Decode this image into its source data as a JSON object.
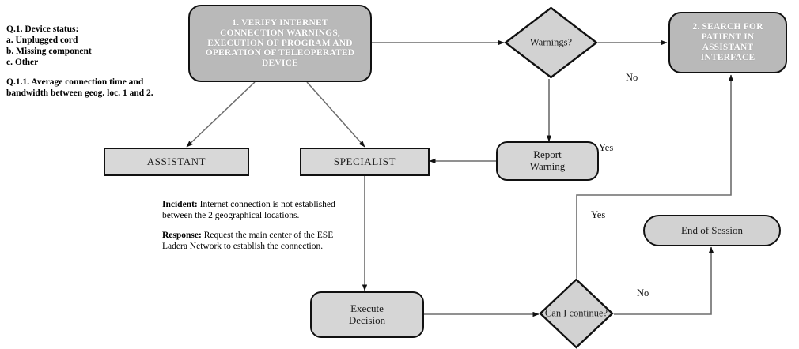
{
  "diagram": {
    "title": "Teleoperated device internet connection verification flowchart",
    "colors": {
      "main_process_fill": "#b9b9b9",
      "node_fill": "#d6d6d6",
      "stroke": "#111111",
      "main_process_text": "#ffffff",
      "text": "#1a1a1a",
      "background": "#ffffff"
    },
    "nodes": {
      "verify": {
        "label": "1. VERIFY INTERNET\nCONNECTION WARNINGS,\nEXECUTION OF PROGRAM AND\nOPERATION OF TELEOPERATED\nDEVICE",
        "shape": "rounded-rectangle"
      },
      "warnings": {
        "label": "Warnings?",
        "shape": "diamond"
      },
      "search_patient": {
        "label": "2. SEARCH FOR\nPATIENT IN\nASSISTANT\nINTERFACE",
        "shape": "rounded-rectangle"
      },
      "assistant": {
        "label": "ASSISTANT",
        "shape": "rectangle"
      },
      "specialist": {
        "label": "SPECIALIST",
        "shape": "rectangle"
      },
      "report_warning": {
        "label": "Report\nWarning",
        "shape": "rounded-rectangle"
      },
      "end_session": {
        "label": "End of Session",
        "shape": "terminator"
      },
      "execute_decision": {
        "label": "Execute\nDecision",
        "shape": "rounded-rectangle"
      },
      "can_continue": {
        "label": "Can I continue?",
        "shape": "diamond"
      }
    },
    "edge_labels": {
      "warnings_no": "No",
      "warnings_yes": "Yes",
      "continue_yes": "Yes",
      "continue_no": "No"
    },
    "notes": {
      "questions": {
        "line1": "Q.1. Device status:",
        "line2": "a. Unplugged cord",
        "line3": "b. Missing component",
        "line4": "c. Other",
        "line5": "Q.1.1. Average connection time and bandwidth between geog. loc. 1 and 2."
      },
      "incident_response": {
        "incident_label": "Incident:",
        "incident_text": " Internet connection is not established between the 2 geographical locations.",
        "response_label": "Response:",
        "response_text": " Request the main center of the ESE Ladera Network to establish the connection."
      }
    }
  }
}
